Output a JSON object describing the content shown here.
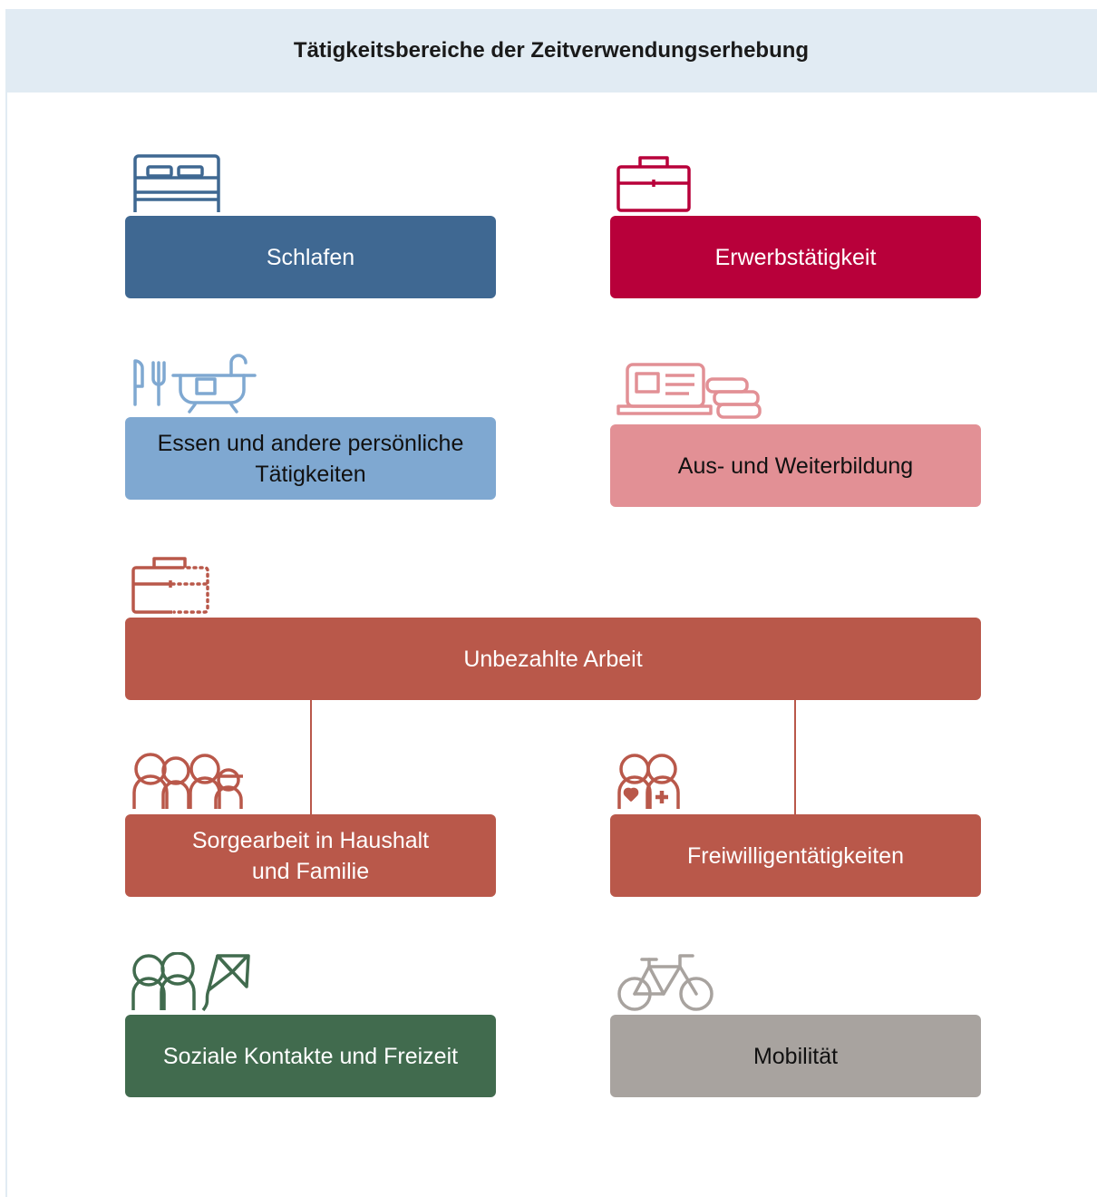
{
  "header": {
    "title": "Tätigkeitsbereiche der Zeitverwendungserhebung"
  },
  "colors": {
    "schlafen": "#3f6892",
    "erwerb": "#b8003a",
    "essen": "#7fa8d1",
    "bildung": "#e29095",
    "unbezahlt": "#b9584a",
    "sozial": "#416b4e",
    "mobil": "#a8a39f"
  },
  "boxes": {
    "schlafen": "Schlafen",
    "erwerbstaetigkeit": "Erwerbstätigkeit",
    "essen": "Essen und andere persönliche\nTätigkeiten",
    "bildung": "Aus- und Weiterbildung",
    "unbezahlt": "Unbezahlte Arbeit",
    "sorgearbeit": "Sorgearbeit in Haushalt\nund Familie",
    "freiwillig": "Freiwilligentätigkeiten",
    "sozial": "Soziale Kontakte und Freizeit",
    "mobilitaet": "Mobilität"
  },
  "icons": {
    "schlafen": "bed-icon",
    "erwerb": "briefcase-icon",
    "essen": "cutlery-bathtub-icon",
    "bildung": "laptop-books-icon",
    "unbezahlt": "dotted-briefcase-icon",
    "sorgearbeit": "family-icon",
    "freiwillig": "helpers-icon",
    "sozial": "friends-kite-icon",
    "mobil": "bicycle-icon"
  }
}
